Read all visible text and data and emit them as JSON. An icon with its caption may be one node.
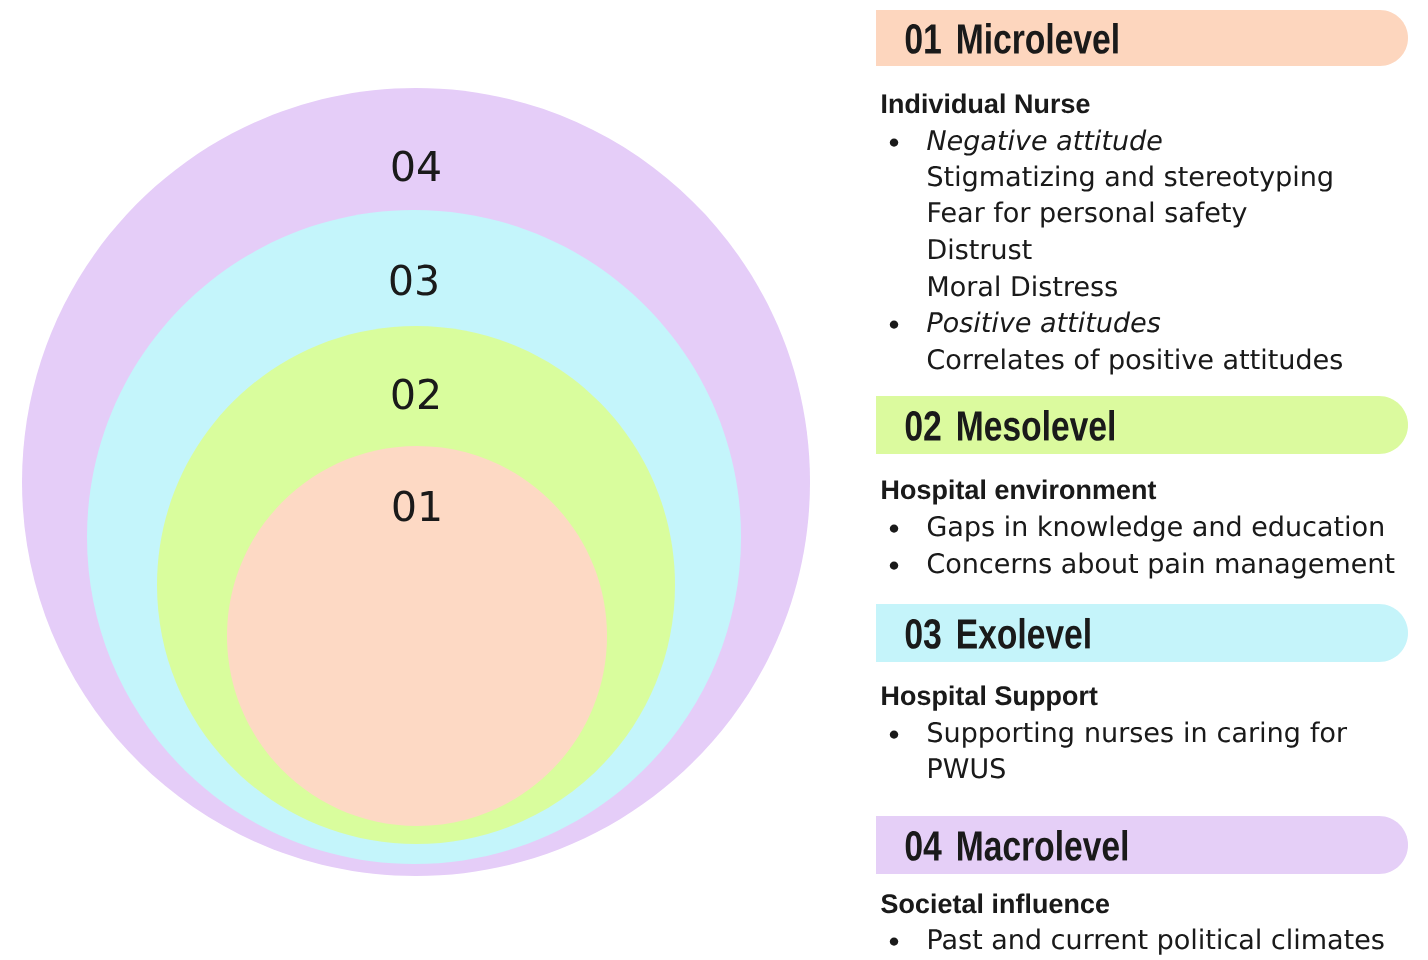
{
  "diagram": {
    "nodes": [
      {
        "text": [
          "04"
        ]
      },
      {
        "text": [
          "03"
        ],
        "in": 0
      },
      {
        "text": [
          "02"
        ],
        "in": 1
      },
      {
        "text": [
          "01"
        ],
        "in": 2
      },
      {
        "text": [
          "01 Microlevel"
        ],
        "beside": [
          "Individual Nurse",
          "Negative attitude",
          "Stigmatizing and stereotyping",
          "Fear for personal safety",
          "Distrust",
          "Moral Distress",
          "Positive attitudes",
          "Correlates of positive attitudes"
        ]
      },
      {
        "text": [
          "02 Mesolevel"
        ],
        "beside": [
          "Hospital environment",
          "Gaps in knowledge and education",
          "Concerns about pain management"
        ]
      },
      {
        "text": [
          "03 Exolevel"
        ],
        "beside": [
          "Hospital Support",
          "Supporting nurses in caring for PWUS"
        ]
      },
      {
        "text": [
          "04 Macrolevel"
        ],
        "beside": [
          "Societal influence",
          "Past and current political climates"
        ]
      }
    ]
  }
}
